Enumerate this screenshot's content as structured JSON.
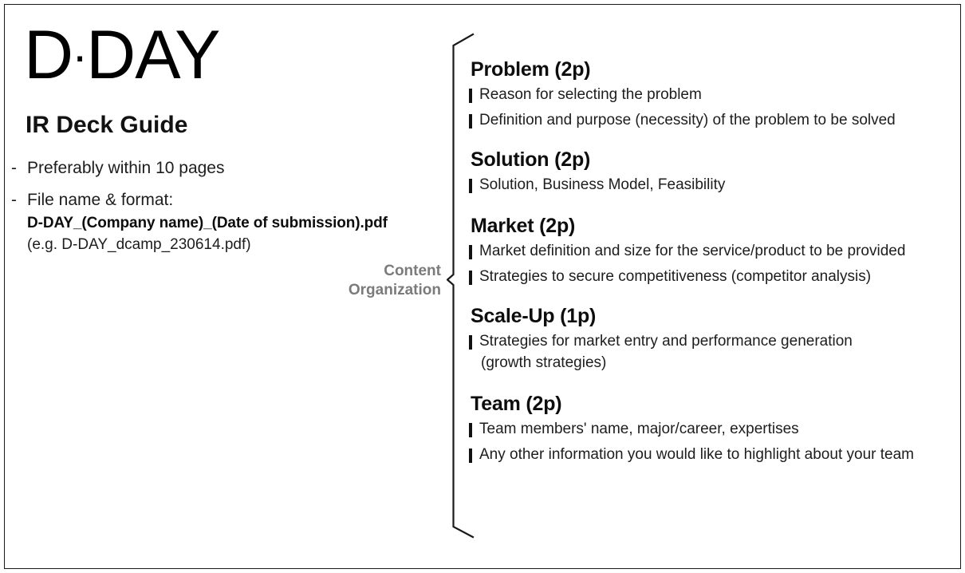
{
  "slide": {
    "brand": {
      "prefix": "D",
      "separator": "·",
      "suffix": "DAY"
    },
    "deck_title": "IR Deck Guide",
    "notes": [
      {
        "dash": "-",
        "text": "Preferably within 10 pages",
        "sub_bold": "",
        "sub_plain": ""
      },
      {
        "dash": "-",
        "text": "File name & format:",
        "sub_bold": "D-DAY_(Company name)_(Date of submission).pdf",
        "sub_plain": "(e.g. D-DAY_dcamp_230614.pdf)"
      }
    ],
    "callout": {
      "line1": "Content",
      "line2": "Organization"
    },
    "sections": [
      {
        "heading": "Problem (2p)",
        "bullets": [
          {
            "text": "Reason for selecting the problem",
            "cont": ""
          },
          {
            "text": "Definition and purpose (necessity) of the problem to be solved",
            "cont": ""
          }
        ]
      },
      {
        "heading": "Solution (2p)",
        "bullets": [
          {
            "text": "Solution, Business Model, Feasibility",
            "cont": ""
          }
        ]
      },
      {
        "heading": "Market (2p)",
        "bullets": [
          {
            "text": "Market definition and size for the service/product to be provided",
            "cont": ""
          },
          {
            "text": "Strategies to secure competitiveness (competitor analysis)",
            "cont": ""
          }
        ]
      },
      {
        "heading": "Scale-Up (1p)",
        "bullets": [
          {
            "text": "Strategies for market entry and performance generation",
            "cont": "(growth strategies)"
          }
        ]
      },
      {
        "heading": "Team (2p)",
        "bullets": [
          {
            "text": "Team members' name, major/career, expertises",
            "cont": ""
          },
          {
            "text": "Any other information you would like to highlight about your team",
            "cont": ""
          }
        ]
      }
    ],
    "colors": {
      "text": "#1d1d1d",
      "heading": "#0d0d0d",
      "callout_gray": "#7b7b7b",
      "bullet_bar": "#121212",
      "border": "#1a1a1a",
      "background": "#ffffff"
    }
  }
}
